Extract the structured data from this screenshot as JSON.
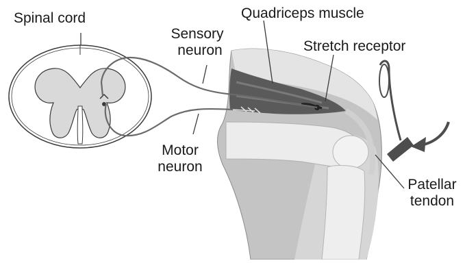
{
  "labels": {
    "spinal_cord": "Spinal cord",
    "quadriceps": "Quadriceps muscle",
    "sensory_line1": "Sensory",
    "sensory_line2": "neuron",
    "stretch_receptor": "Stretch receptor",
    "motor_line1": "Motor",
    "motor_line2": "neuron",
    "patellar_line1": "Patellar",
    "patellar_line2": "tendon"
  },
  "colors": {
    "outline": "#3a3a3a",
    "gray_matter": "#d9d9d9",
    "white_matter": "#ffffff",
    "thigh": "#bdbdbd",
    "skin_light": "#e2e2e2",
    "muscle_dark": "#555555",
    "bone": "#ececec",
    "hammer": "#4d4d4d"
  }
}
